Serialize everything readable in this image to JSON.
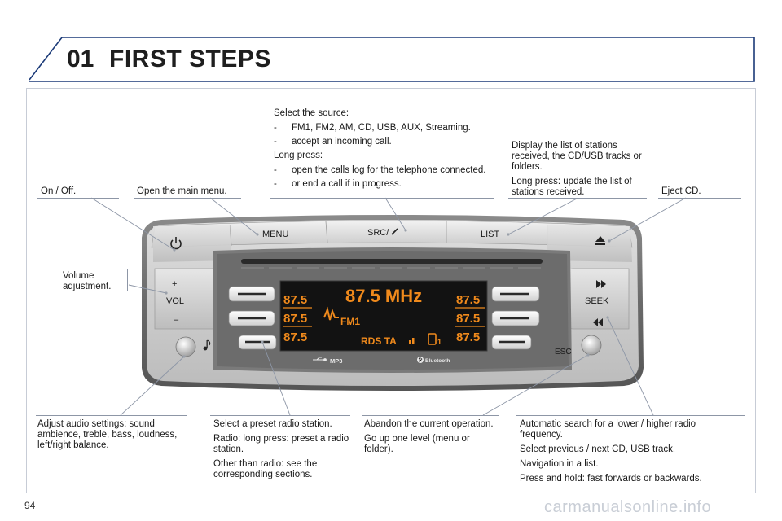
{
  "header": {
    "chapter_number": "01",
    "chapter_title": "FIRST STEPS"
  },
  "page_number": "94",
  "watermark": "carmanualsonline.info",
  "annotations": {
    "on_off": "On / Off.",
    "main_menu": "Open the main menu.",
    "source_intro": "Select the source:",
    "source_bullet_1": "FM1, FM2, AM, CD, USB, AUX, Streaming.",
    "source_bullet_2": "accept an incoming call.",
    "source_long_press": "Long press:",
    "source_bullet_3": "open the calls log for the telephone connected.",
    "source_bullet_4": "or end a call if in progress.",
    "list_display": "Display the list of stations received, the CD/USB tracks or folders.",
    "list_long_press": "Long press: update the list of stations received.",
    "eject": "Eject CD.",
    "volume": "Volume adjustment.",
    "audio_settings": "Adjust audio settings: sound ambience, treble, bass, loudness, left/right balance.",
    "preset_select": "Select a preset radio station.",
    "preset_long_press": "Radio: long press: preset a radio station.",
    "preset_other": "Other than radio: see the corresponding sections.",
    "esc_abandon": "Abandon the current operation.",
    "esc_up": "Go up one level (menu or folder).",
    "seek_search": "Automatic search for a lower / higher radio frequency.",
    "seek_cd": "Select previous / next CD, USB track.",
    "seek_nav": "Navigation in a list.",
    "seek_hold": "Press and hold: fast forwards or backwards."
  },
  "buttons": {
    "menu": "MENU",
    "src": "SRC/",
    "list": "LIST",
    "vol": "VOL",
    "vol_plus": "+",
    "vol_minus": "–",
    "seek": "SEEK",
    "esc": "ESC"
  },
  "display": {
    "frequency": "87.5 MHz",
    "band": "FM1",
    "preset_left_1": "87.5",
    "preset_left_2": "87.5",
    "preset_left_3": "87.5",
    "preset_right_1": "87.5",
    "preset_right_2": "87.5",
    "preset_right_3": "87.5",
    "status": "RDS TA",
    "bt_number": "1",
    "mp3_label": "MP3",
    "bluetooth_label": "Bluetooth"
  },
  "colors": {
    "lcd_orange": "#f08a1c",
    "lcd_background": "#121212",
    "header_border": "#1b3a78",
    "frame_border": "#c7ccd6"
  }
}
